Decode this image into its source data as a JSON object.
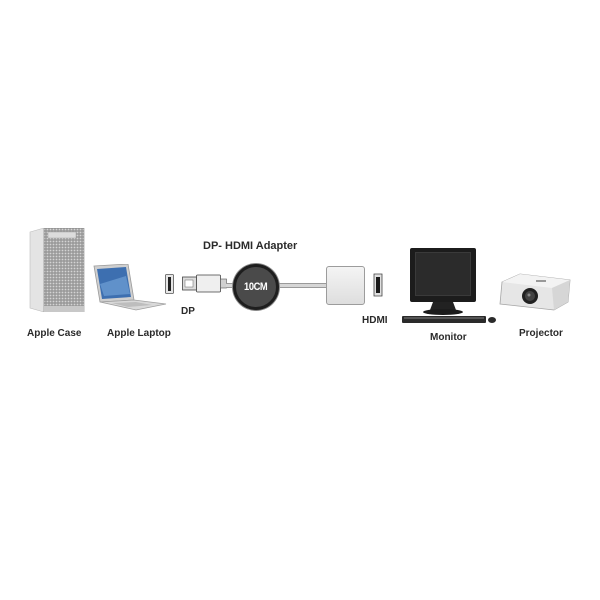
{
  "diagram": {
    "title": "DP- HDMI Adapter",
    "badge": "10CM",
    "devices": [
      {
        "id": "apple-case",
        "label": "Apple Case"
      },
      {
        "id": "apple-laptop",
        "label": "Apple Laptop"
      },
      {
        "id": "monitor",
        "label": "Monitor"
      },
      {
        "id": "projector",
        "label": "Projector"
      }
    ],
    "ports": [
      {
        "id": "dp",
        "label": "DP"
      },
      {
        "id": "hdmi",
        "label": "HDMI"
      }
    ],
    "colors": {
      "background": "#ffffff",
      "text": "#2a2a2a",
      "badge_fill": "#4a4a4a",
      "badge_text": "#ffffff",
      "adapter_body": "#ececec",
      "monitor_body": "#1c1c1c"
    }
  }
}
